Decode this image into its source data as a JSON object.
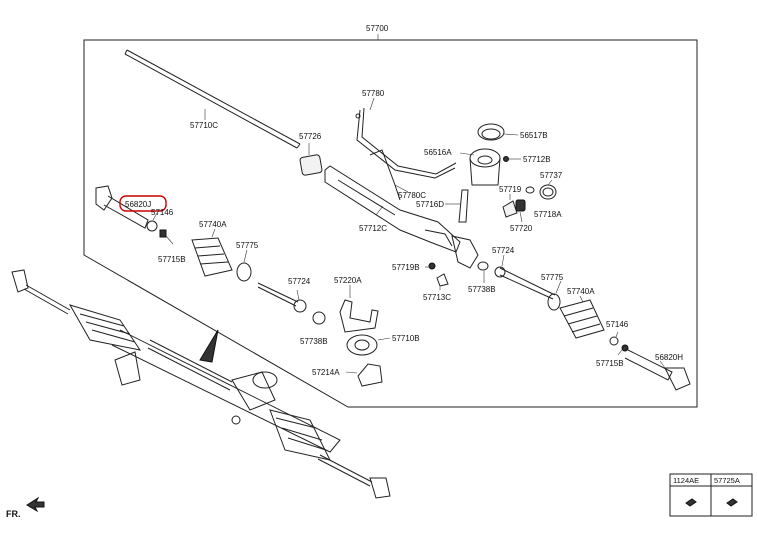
{
  "diagram": {
    "top_label": "57700",
    "highlight_color": "#cc0000",
    "highlighted_part": "56820J",
    "callouts": {
      "c57710C": "57710C",
      "c57726": "57726",
      "c57780": "57780",
      "c56517B": "56517B",
      "c56516A": "56516A",
      "c57712B": "57712B",
      "c57780C": "57780C",
      "c57719a": "57719",
      "c57737": "57737",
      "c57716D": "57716D",
      "c57718A": "57718A",
      "c57720": "57720",
      "c57712C": "57712C",
      "c56820J": "56820J",
      "c57146a": "57146",
      "c57740Aa": "57740A",
      "c57775a": "57775",
      "c57715Ba": "57715B",
      "c57724a": "57724",
      "c57719B": "57719B",
      "c57713C": "57713C",
      "c57738Ba": "57738B",
      "c57724b": "57724",
      "c57220A": "57220A",
      "c57738Bb": "57738B",
      "c57710B": "57710B",
      "c57214A": "57214A",
      "c57775b": "57775",
      "c57740Ab": "57740A",
      "c57146b": "57146",
      "c57715Bb": "57715B",
      "c56820H": "56820H"
    },
    "fr_label": "FR.",
    "legend": {
      "col1": "1124AE",
      "col2": "57725A"
    }
  }
}
